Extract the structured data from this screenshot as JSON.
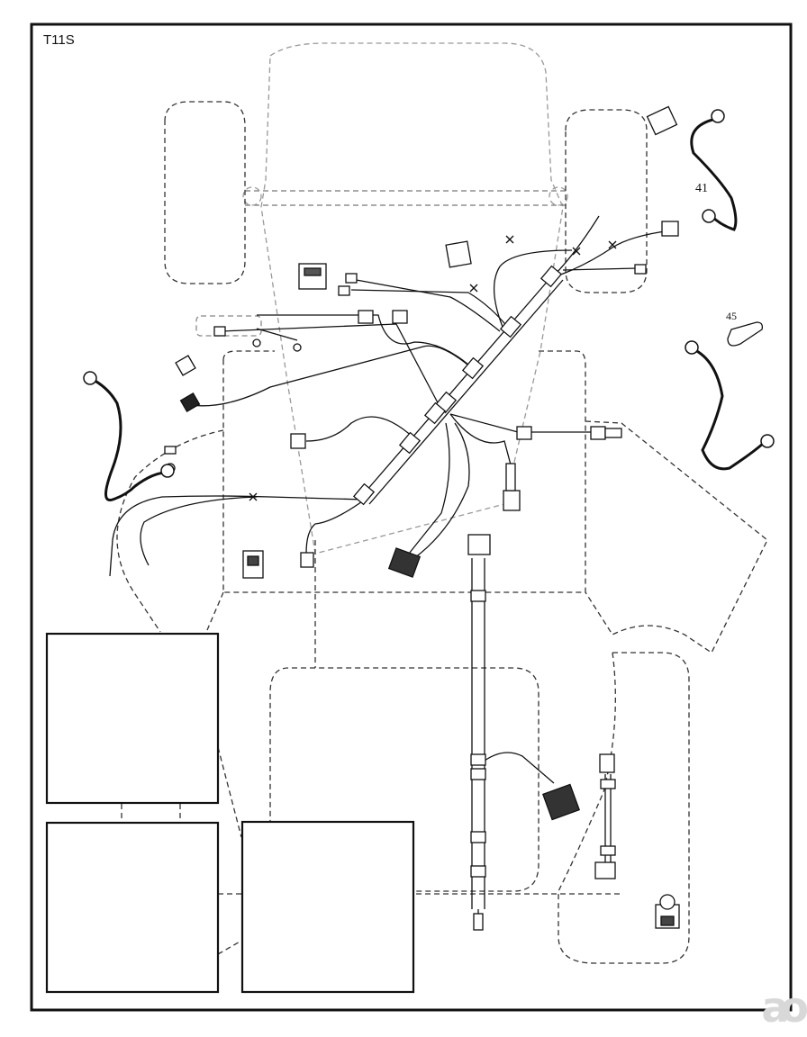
{
  "header": {
    "model": "T11S"
  },
  "callouts": {
    "cable_a": "41",
    "cable_b": "45"
  },
  "watermark": {
    "text": "ao"
  },
  "colors": {
    "line": "#111111",
    "dashed": "#333333",
    "background": "#ffffff"
  }
}
